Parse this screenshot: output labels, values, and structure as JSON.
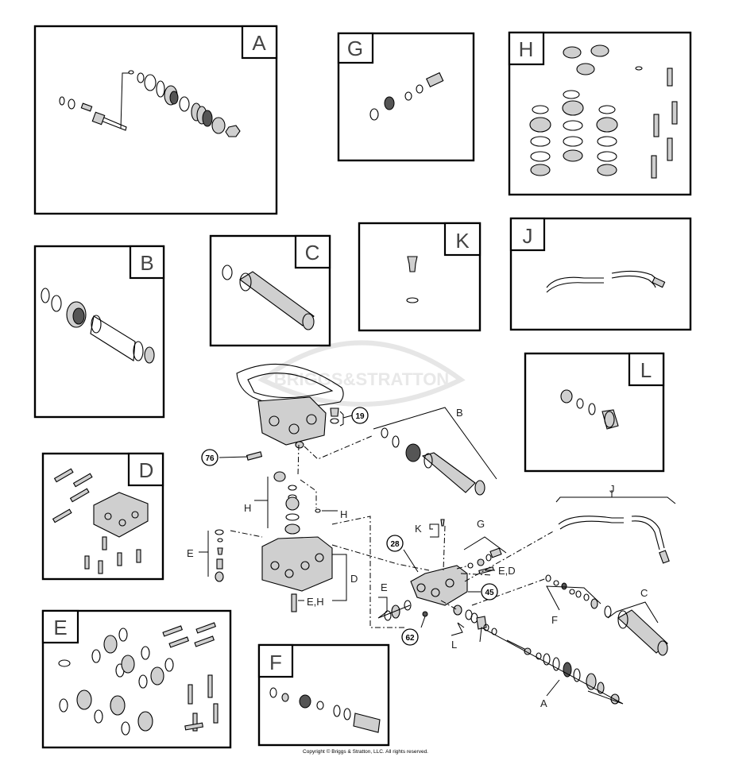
{
  "panels": {
    "A": "A",
    "B": "B",
    "C": "C",
    "D": "D",
    "E": "E",
    "F": "F",
    "G": "G",
    "H": "H",
    "J": "J",
    "K": "K",
    "L": "L"
  },
  "watermark": "BRIGGS&STRATTON",
  "callouts": {
    "c19": "19",
    "c76": "76",
    "c28": "28",
    "c45": "45",
    "c62": "62"
  },
  "labels": {
    "B": "B",
    "H1": "H",
    "H2": "H",
    "E_left": "E",
    "EH_bolt": "E,H",
    "D": "D",
    "K": "K",
    "G": "G",
    "ED": "E,D",
    "J": "J",
    "E_right": "E",
    "L": "L",
    "F": "F",
    "C": "C",
    "A": "A"
  },
  "copyright": "Copyright © Briggs & Stratton, LLC. All rights reserved."
}
